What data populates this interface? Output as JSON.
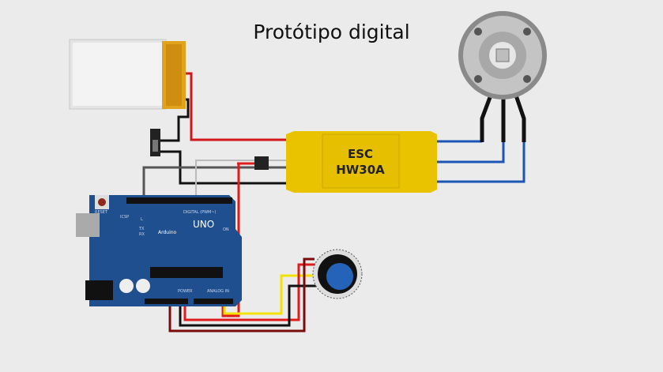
{
  "title": "Protótipo digital",
  "esc": {
    "line1": "ESC",
    "line2": "HW30A"
  },
  "arduino": {
    "brand": "Arduino",
    "model": "UNO",
    "reset": "RESET",
    "icsp": "ICSP",
    "digital": "DIGITAL (PWM~)",
    "power": "POWER",
    "analog": "ANALOG IN",
    "on": "ON",
    "l": "L",
    "tx": "TX",
    "rx": "RX"
  },
  "colors": {
    "board": "#1f4f8f",
    "esc": "#e9c300",
    "wire_red": "#e01b1b",
    "wire_blue": "#1b55b5",
    "wire_yellow": "#f2e200"
  }
}
